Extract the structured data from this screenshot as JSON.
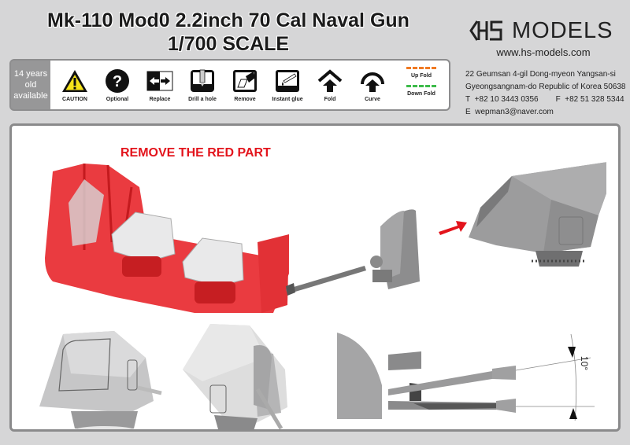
{
  "header": {
    "title_line1": "Mk-110 Mod0 2.2inch 70 Cal Naval Gun",
    "title_line2": "1/700 SCALE"
  },
  "brand": {
    "logo_text": "MODELS",
    "logo_mark": "HS",
    "website": "www.hs-models.com",
    "address_line1": "22 Geumsan 4-gil Dong-myeon Yangsan-si",
    "address_line2": "Gyeongsangnam-do Republic of Korea 50638",
    "phone_label": "T",
    "phone": "+82 10 3443 0356",
    "fax_label": "F",
    "fax": "+82 51 328 5344",
    "email_label": "E",
    "email": "wepman3@naver.com"
  },
  "legend": {
    "age_line1": "14 years old",
    "age_line2": "available",
    "items": [
      {
        "icon": "caution-icon",
        "label": "CAUTION"
      },
      {
        "icon": "optional-icon",
        "label": "Optional"
      },
      {
        "icon": "replace-icon",
        "label": "Replace"
      },
      {
        "icon": "drill-icon",
        "label": "Drill a hole"
      },
      {
        "icon": "remove-icon",
        "label": "Remove"
      },
      {
        "icon": "instant-glue-icon",
        "label": "Instant glue"
      },
      {
        "icon": "fold-icon",
        "label": "Fold"
      },
      {
        "icon": "curve-icon",
        "label": "Curve"
      }
    ],
    "up_fold": {
      "label": "Up Fold",
      "color": "#f07a22"
    },
    "down_fold": {
      "label": "Down Fold",
      "color": "#3dbb4a"
    }
  },
  "instructions": {
    "notice": "REMOVE THE RED PART",
    "notice_color": "#e3141c",
    "elevation_angle": "10°",
    "sprue_color": "#e8262b",
    "arrow_color": "#e3141c"
  }
}
